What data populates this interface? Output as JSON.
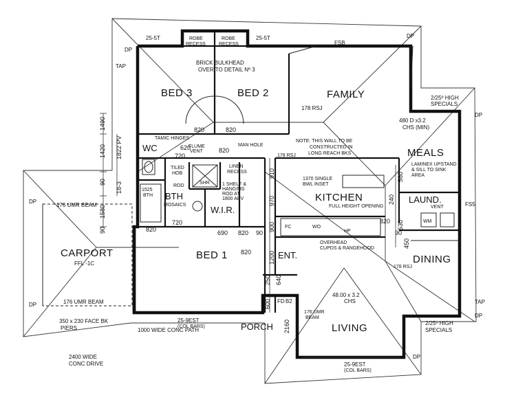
{
  "rooms": {
    "bed3": "BED 3",
    "bed2": "BED 2",
    "family": "FAMILY",
    "meals": "MEALS",
    "kitchen": "KITCHEN",
    "laund": "LAUND.",
    "carport": "CARPORT",
    "bed1": "BED 1",
    "ent": "ENT.",
    "dining": "DINING",
    "living": "LIVING",
    "porch": "PORCH",
    "wc": "WC",
    "bth": "BTH",
    "wir": "W.I.R."
  },
  "notes": {
    "robe_recess_1": "ROBE",
    "robe_recess_1b": "RECESS",
    "robe_recess_2": "ROBE",
    "robe_recess_2b": "RECESS",
    "brick_bulkhead": "BRICK BULKHEAD",
    "detail": "OVER TO DETAIL Nº 3",
    "fsb": "FSB",
    "high_specials_top": "2/25º HIGH",
    "high_specials_top_b": "SPECIALS",
    "rsj_family": "178 RSJ",
    "chs_meals": "480 D x3.2",
    "chs_min": "CHS (MIN)",
    "tamic": "TAMIC HINGES",
    "flume": "FLUME",
    "vent": "VENT",
    "man_hole": "MAN HOLE",
    "note_wall": "NOTE: THIS WALL TO BE",
    "note_wall_b": "CONSTRUCTED IN",
    "note_wall_c": "LONG REACH BKS",
    "laminex": "LAMINEX UPSTAND",
    "laminex_b": "& SILL TO SINK",
    "laminex_c": "AREA",
    "rsj_bkt": "178 RSJ",
    "single_bwl": "1370 SINGLE",
    "single_bwl_b": "BWL INSET",
    "full_height": "FULL HEIGHT OPENING",
    "tiled_hob": "TILED",
    "tiled_hob_b": "HOB",
    "shr": "SHR",
    "rod": "ROD",
    "mosaics": "MOSAICS",
    "linen": "LINEN",
    "linen_b": "RECESS",
    "shelf": "1 SHELF &",
    "shelf_b": "HANGING",
    "shelf_c": "ROD AT",
    "shelf_d": "1800 ABV",
    "bth_1525": "1525",
    "bth_1525_b": "BTH",
    "umr_beam_top": "176 UMR BEAM",
    "umr_beam_bottom": "176 UMR BEAM",
    "ffl": "FFL -1C",
    "piers": "350 x 230 FACE BK",
    "piers_b": "PIERS",
    "conc_path": "1000 WIDE CONC PATH",
    "conc_drive": "2400 WIDE",
    "conc_drive_b": "CONC DRIVE",
    "overhead": "OVERHEAD",
    "overhead_b": "CUPDS & RANGEHOOD",
    "rsj_dining": "178 RSJ",
    "chs_living": "48.00 x 3.2",
    "chs_living_b": "CHS",
    "high_specials_bot": "2/25º HIGH",
    "high_specials_bot_b": "SPECIALS",
    "beam_porch": "176 UMR",
    "beam_porch_b": "BEAM",
    "col_bars_1": "25-9EST",
    "col_bars_1b": "(COL BARS)",
    "col_bars_2": "25-9EST",
    "col_bars_2b": "(COL BARS)",
    "fs5": "FS5",
    "dp": "DP",
    "tap": "TAP",
    "st_left": "25-5T",
    "st_right": "25-5T",
    "fd": "FD",
    "b2": "B2",
    "fc": "FC",
    "wo": "WO",
    "hp": "HP",
    "wm": "WM",
    "vent_l": "VENT"
  },
  "dims": {
    "d820a": "820",
    "d820b": "820",
    "d720a": "720",
    "d820c": "820",
    "d720b": "720",
    "d620": "620",
    "d820d": "820",
    "d690": "690",
    "d820e": "820",
    "d90a": "90",
    "d820f": "820",
    "d1490": "1490",
    "d1420": "1420",
    "d90b": "90",
    "d1580": "1580",
    "d90c": "90",
    "d1822": "1822 PV",
    "d183": "18-3",
    "d910": "910",
    "d970": "970",
    "d900": "900",
    "d1200": "1200",
    "d250": "250",
    "d640": "640",
    "d600": "600",
    "d2160": "2160",
    "d580": "580",
    "d240": "240",
    "d530": "530",
    "d450": "450",
    "d90d": "90",
    "d820g": "820"
  }
}
